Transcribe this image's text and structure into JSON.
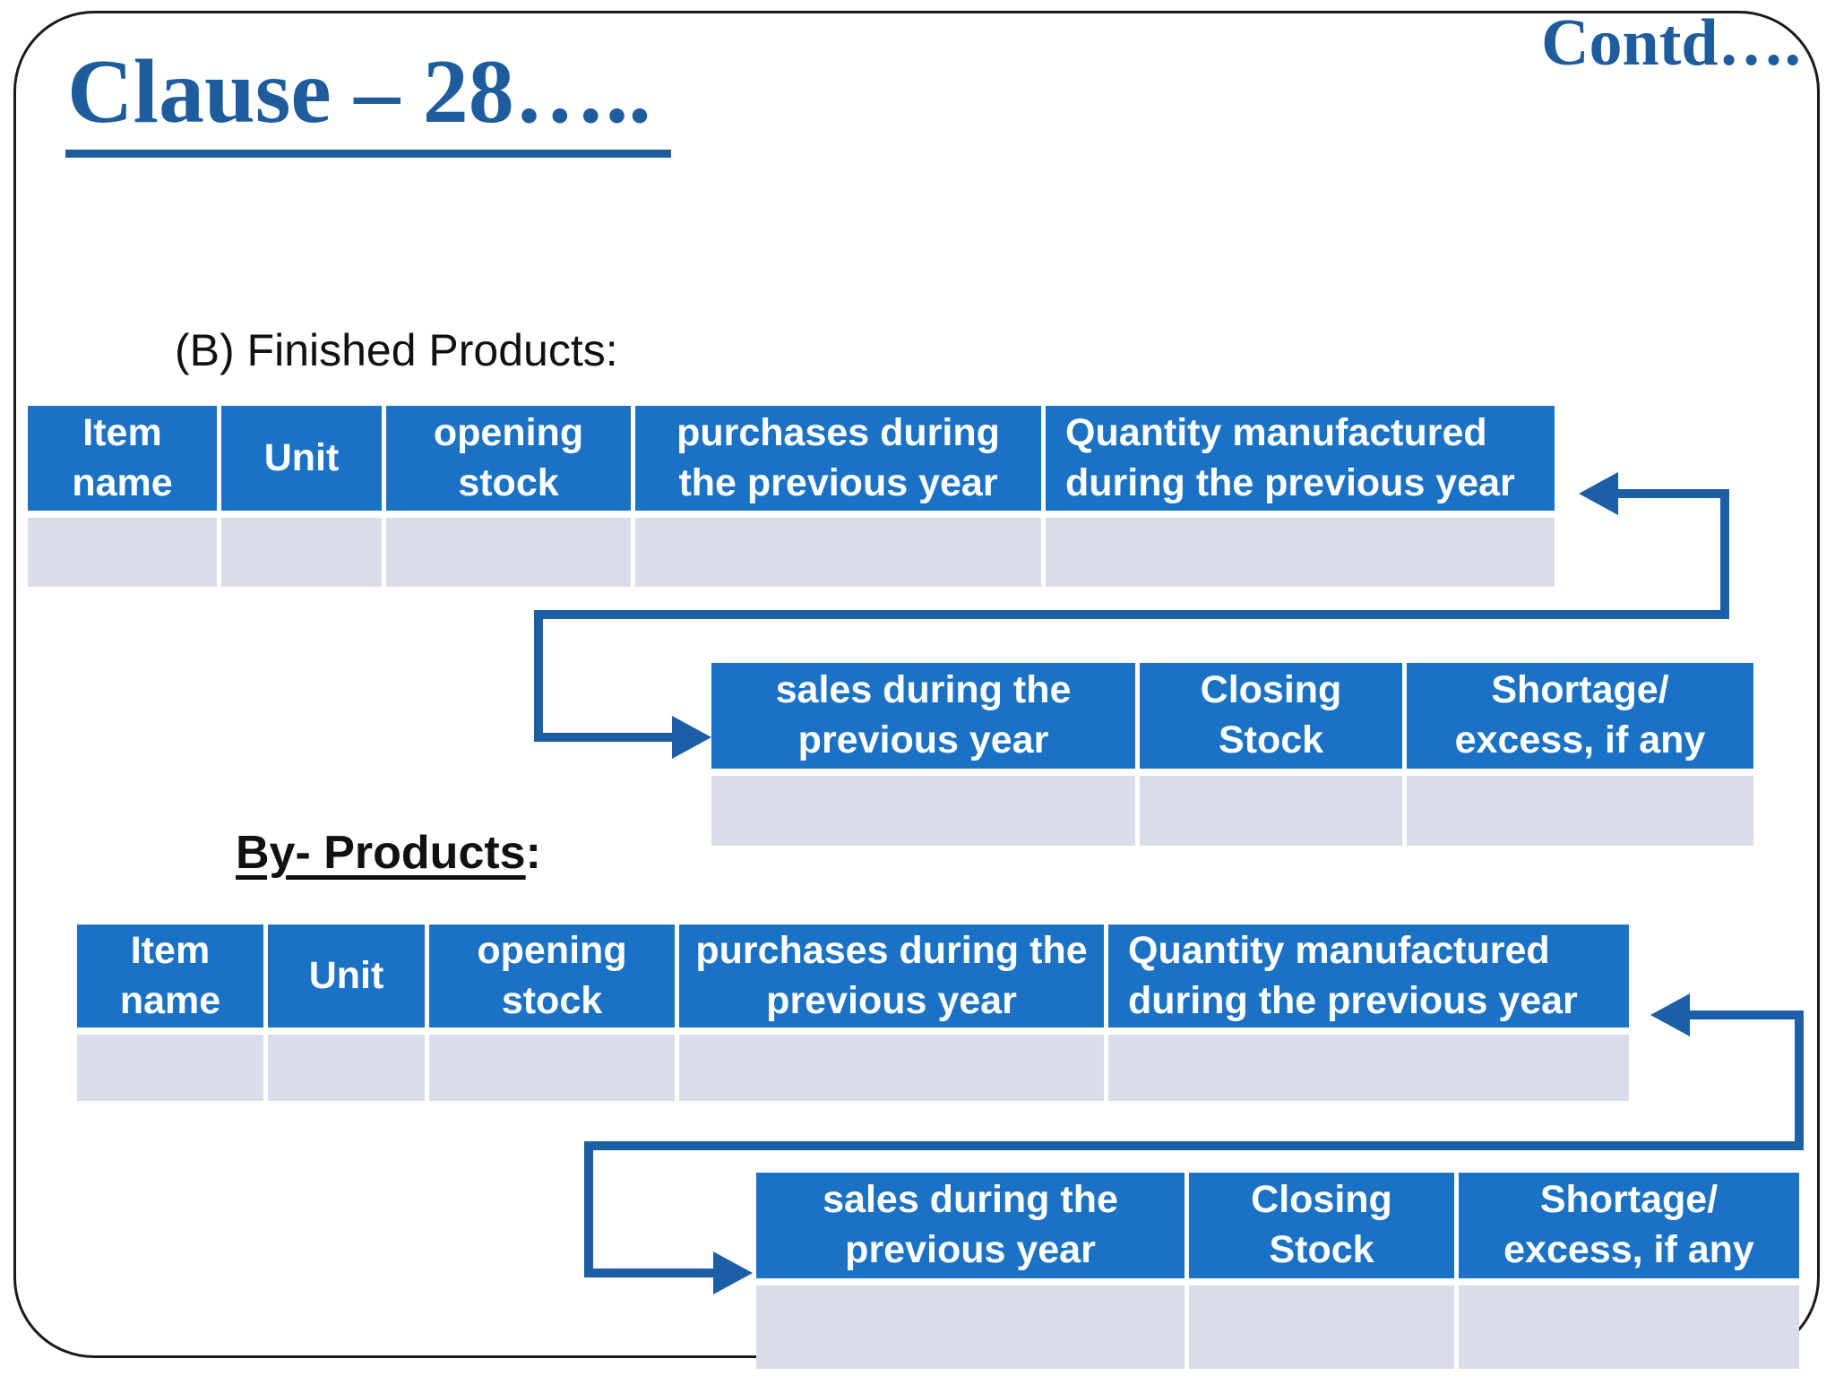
{
  "header": {
    "title": "Clause – 28…..",
    "contd": "Contd…."
  },
  "sections": {
    "finished_label": "(B) Finished Products:",
    "byproducts_label": "By- Products",
    "byproducts_colon": ":"
  },
  "tables": {
    "finished_main": {
      "headers": [
        "Item name",
        "Unit",
        "opening stock",
        "purchases during the previous year",
        "Quantity manufactured during the previous year"
      ]
    },
    "finished_secondary": {
      "headers": [
        "sales during the previous year",
        "Closing Stock",
        "Shortage/ excess, if any"
      ]
    },
    "byproducts_main": {
      "headers": [
        "Item name",
        "Unit",
        "opening stock",
        "purchases during the previous year",
        "Quantity manufactured during the previous year"
      ]
    },
    "byproducts_secondary": {
      "headers": [
        "sales during the previous year",
        "Closing Stock",
        "Shortage/ excess, if any"
      ]
    }
  },
  "colors": {
    "accent_blue": "#1e5c9e",
    "table_header_bg": "#1b72c5",
    "table_row_bg": "#d9dcea",
    "connector_blue": "#1d5fa6"
  }
}
